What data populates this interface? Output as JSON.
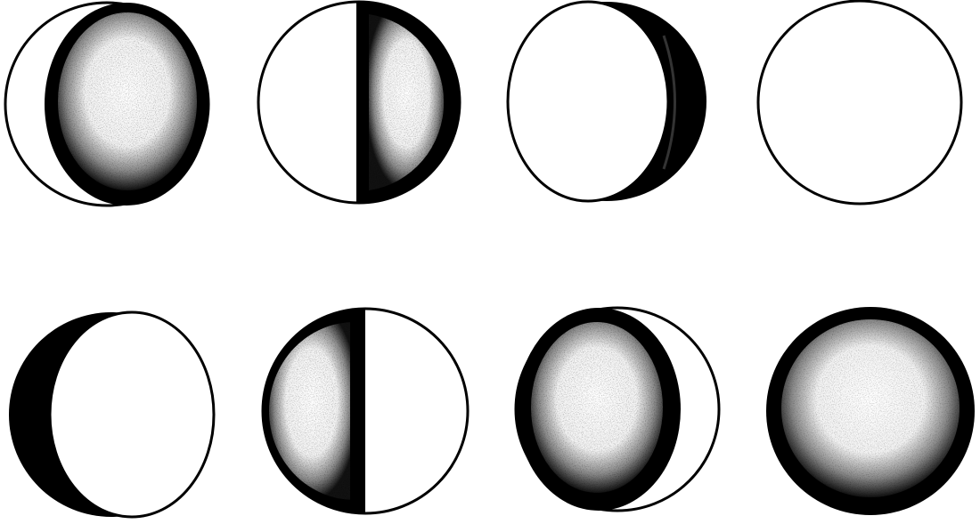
{
  "figure": {
    "ink_color": "#000000",
    "paper_color": "#ffffff",
    "rows": 2,
    "columns": 4
  },
  "phases": [
    {
      "icon": "waxing-gibbous-phase-icon",
      "lit_side": "right",
      "lit_fraction": 0.75,
      "shading": "stippled-dark"
    },
    {
      "icon": "first-quarter-phase-icon",
      "lit_side": "right",
      "lit_fraction": 0.5,
      "shading": "stippled-dark"
    },
    {
      "icon": "waxing-crescent-phase-icon",
      "lit_side": "right",
      "lit_fraction": 0.2,
      "shading": "solid-dark"
    },
    {
      "icon": "new-moon-phase-icon",
      "lit_side": "none",
      "lit_fraction": 0.0,
      "shading": "outline-only"
    },
    {
      "icon": "waning-crescent-phase-icon",
      "lit_side": "left",
      "lit_fraction": 0.2,
      "shading": "stippled-dark"
    },
    {
      "icon": "third-quarter-phase-icon",
      "lit_side": "left",
      "lit_fraction": 0.5,
      "shading": "stippled-dark"
    },
    {
      "icon": "waning-gibbous-phase-icon",
      "lit_side": "left",
      "lit_fraction": 0.75,
      "shading": "stippled-dark"
    },
    {
      "icon": "full-moon-phase-icon",
      "lit_side": "both",
      "lit_fraction": 1.0,
      "shading": "stippled-dark"
    }
  ]
}
